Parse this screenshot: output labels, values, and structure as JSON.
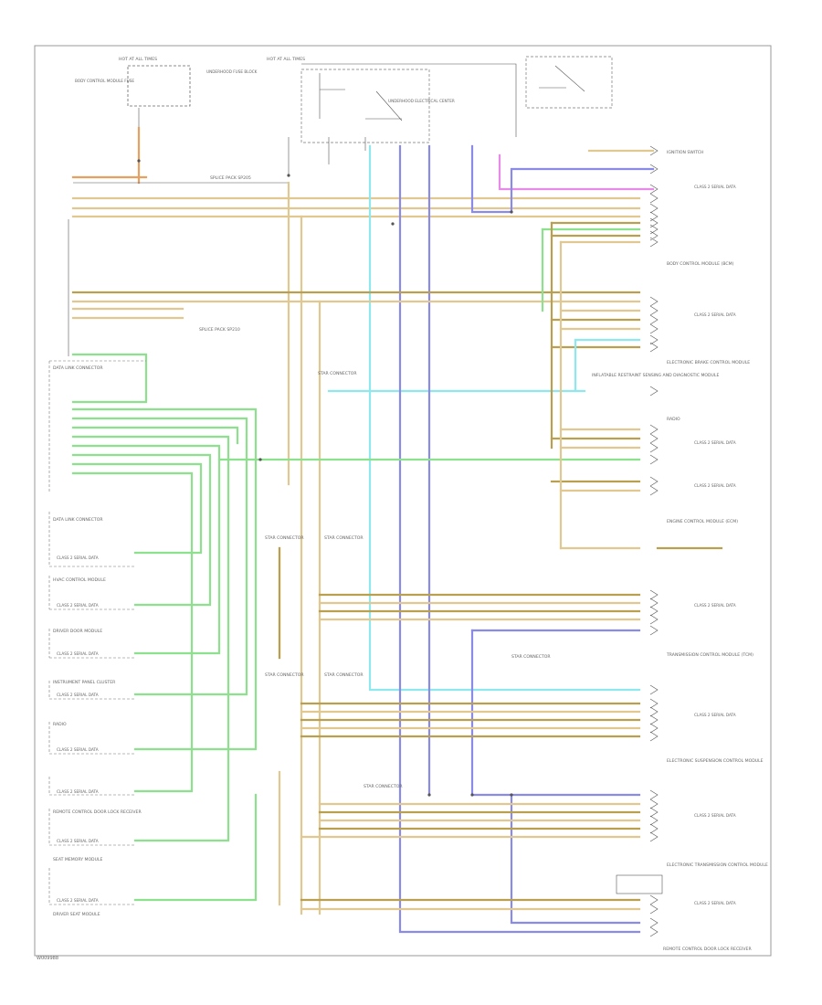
{
  "diagram": {
    "footer_code": "W009988",
    "power_labels": {
      "hot_at_all_times_1": "HOT AT ALL TIMES",
      "hot_at_all_times_2": "HOT AT ALL TIMES"
    },
    "fuse_labels": {
      "left": "BODY CONTROL MODULE FUSE",
      "fuse_block": "UNDERHOOD FUSE BLOCK",
      "center": "UNDERHOOD ELECTRICAL CENTER"
    },
    "connector_labels": {
      "dlc": "DATA LINK CONNECTOR",
      "splice_a": "SPLICE PACK SP205",
      "splice_b": "SPLICE PACK SP210",
      "star_1": "STAR CONNECTOR",
      "star_2": "STAR CONNECTOR",
      "star_3": "STAR CONNECTOR",
      "star_4": "STAR CONNECTOR",
      "star_5": "STAR CONNECTOR",
      "star_6": "STAR CONNECTOR",
      "star_7": "STAR CONNECTOR"
    },
    "right_modules": [
      "IGNITION SWITCH",
      "BODY CONTROL MODULE (BCM)",
      "ELECTRONIC BRAKE CONTROL MODULE",
      "INFLATABLE RESTRAINT SENSING AND DIAGNOSTIC MODULE",
      "RADIO",
      "ENGINE CONTROL MODULE (ECM)",
      "TRANSMISSION CONTROL MODULE (TCM)",
      "ELECTRONIC SUSPENSION CONTROL MODULE",
      "ELECTRONIC TRANSMISSION CONTROL MODULE",
      "REMOTE CONTROL DOOR LOCK RECEIVER"
    ],
    "left_modules": [
      "DATA LINK CONNECTOR",
      "HVAC CONTROL MODULE",
      "DRIVER DOOR MODULE",
      "INSTRUMENT PANEL CLUSTER",
      "RADIO",
      "REMOTE CONTROL DOOR LOCK RECEIVER",
      "SEAT MEMORY MODULE",
      "DRIVER SEAT MODULE"
    ],
    "pin_text": "CLASS 2 SERIAL DATA",
    "wire_colors": {
      "orange": "#e8a060",
      "tan": "#e0c890",
      "olive": "#b8a050",
      "green": "#8de08d",
      "cyan": "#8ee8ee",
      "blue": "#8a8ae8",
      "magenta": "#e88ae8",
      "gray": "#555555"
    }
  }
}
